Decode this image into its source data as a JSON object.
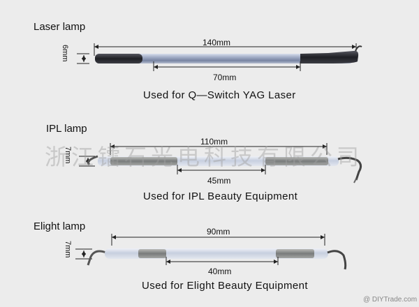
{
  "sections": [
    {
      "title": "Laser lamp",
      "diameter": "6mm",
      "overall_length": "140mm",
      "arc_length": "70mm",
      "usage": "Used for Q—Switch YAG Laser"
    },
    {
      "title": "IPL lamp",
      "diameter": "7mm",
      "overall_length": "110mm",
      "arc_length": "45mm",
      "usage": "Used for IPL Beauty Equipment"
    },
    {
      "title": "Elight lamp",
      "diameter": "7mm",
      "overall_length": "90mm",
      "arc_length": "40mm",
      "usage": "Used for Elight Beauty Equipment"
    }
  ],
  "watermark": "浙江镭石光电科技有限公司",
  "footer": "@ DIYTrade.com",
  "colors": {
    "background": "#ececec",
    "tube": "#9fa9c2",
    "dark_end": "#2a2a2f"
  }
}
